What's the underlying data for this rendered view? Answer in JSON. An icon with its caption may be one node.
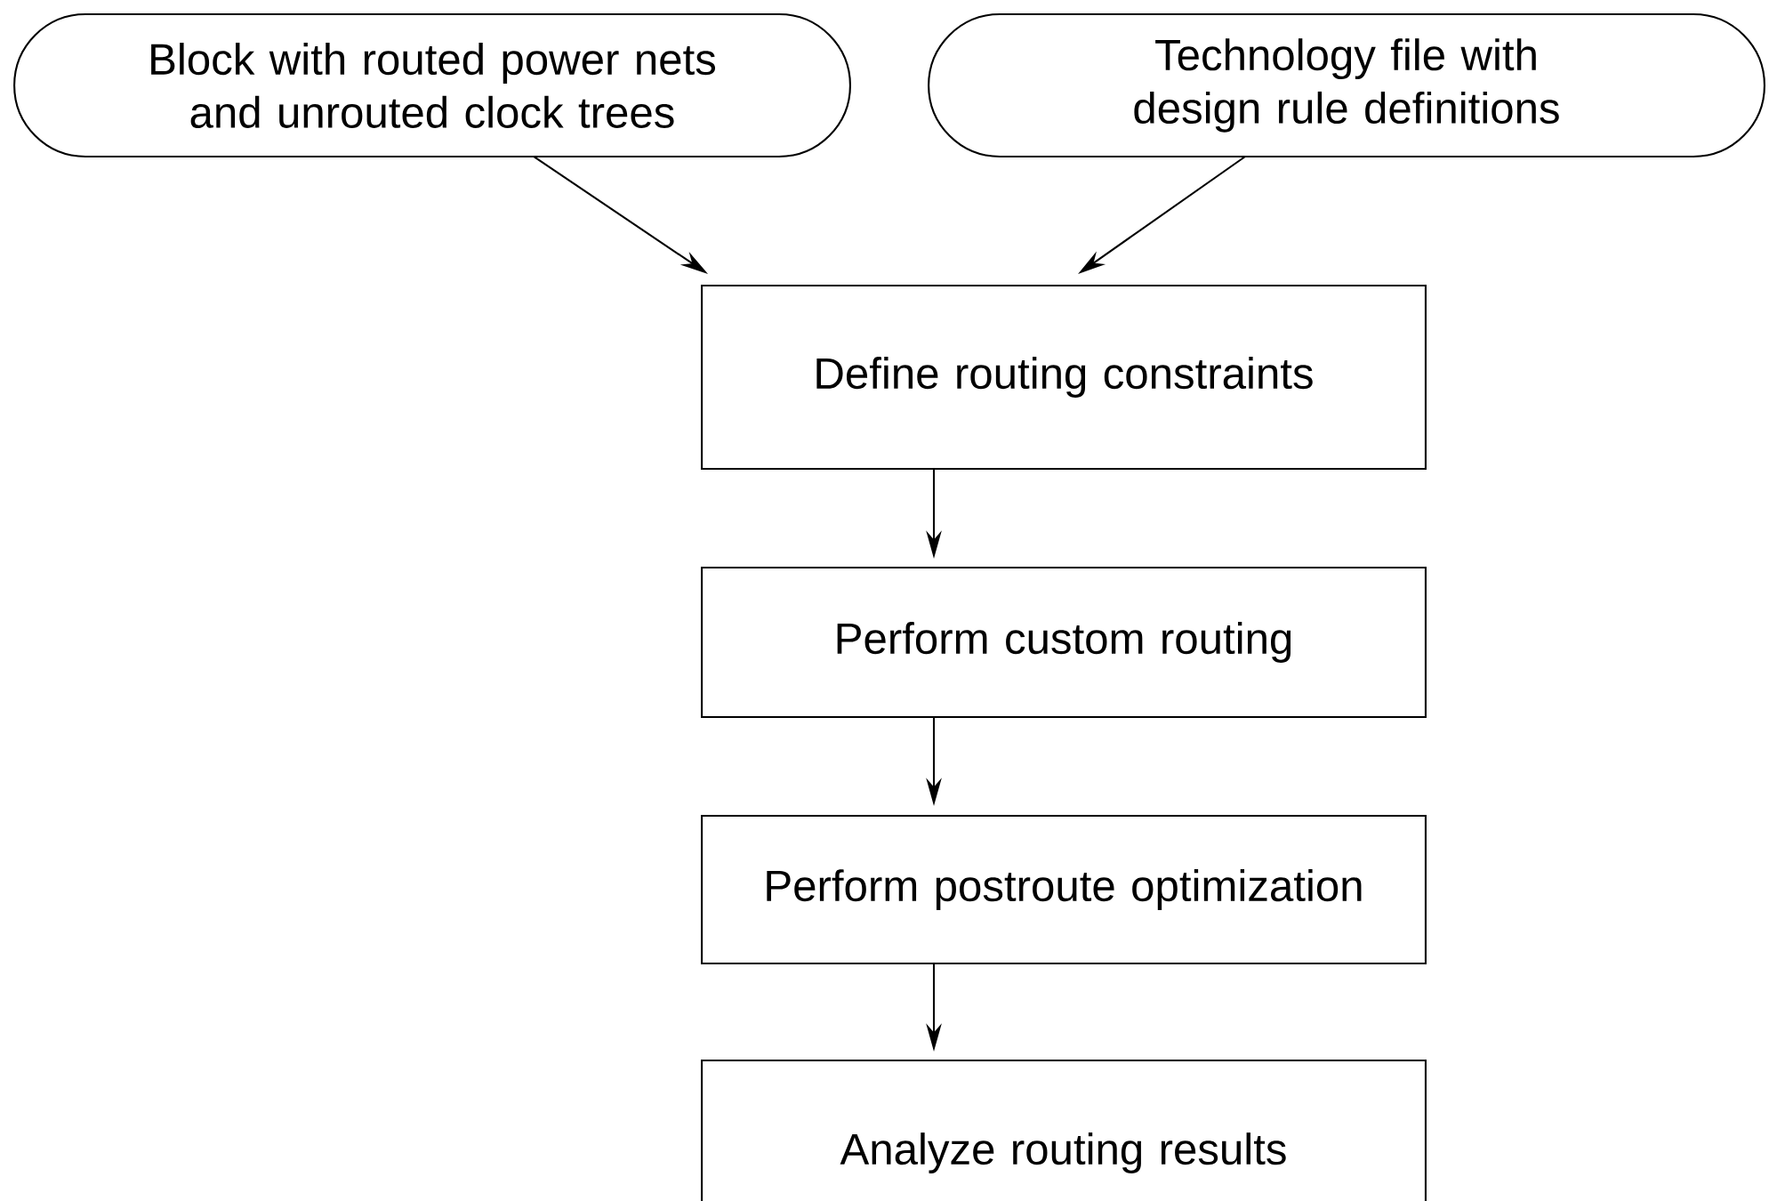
{
  "diagram": {
    "nodes": [
      {
        "text": [
          "Block with routed power nets and unrouted clock trees"
        ]
      },
      {
        "text": [
          "Technology file with design rule definitions"
        ]
      },
      {
        "text": [
          "Define routing constraints"
        ]
      },
      {
        "text": [
          "Perform custom routing"
        ]
      },
      {
        "text": [
          "Perform postroute optimization"
        ]
      },
      {
        "text": [
          "Analyze routing results"
        ]
      }
    ],
    "edges": [
      {
        "from": 0,
        "to": 2,
        "arrow": "to"
      },
      {
        "from": 1,
        "to": 2,
        "arrow": "to"
      },
      {
        "from": 2,
        "to": 3,
        "arrow": "to"
      },
      {
        "from": 3,
        "to": 4,
        "arrow": "to"
      },
      {
        "from": 4,
        "to": 5,
        "arrow": "to"
      }
    ]
  }
}
